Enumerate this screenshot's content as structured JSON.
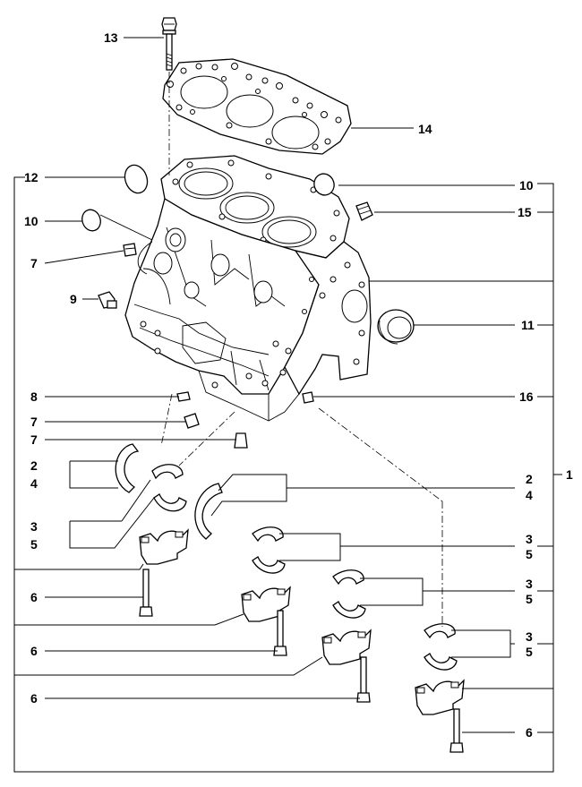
{
  "callouts": {
    "c13": "13",
    "c14": "14",
    "c12": "12",
    "c10_left": "10",
    "c7_a": "7",
    "c9": "9",
    "c8": "8",
    "c7_b": "7",
    "c7_c": "7",
    "c2_left": "2",
    "c4_left": "4",
    "c3_left": "3",
    "c5_left": "5",
    "c6_a": "6",
    "c6_b": "6",
    "c6_c": "6",
    "c10_right": "10",
    "c15": "15",
    "c11": "11",
    "c16": "16",
    "c1": "1",
    "c2_right": "2",
    "c4_right": "4",
    "c3_r1": "3",
    "c5_r1": "5",
    "c3_r2": "3",
    "c5_r2": "5",
    "c3_r3": "3",
    "c5_r3": "5",
    "c6_right": "6"
  }
}
